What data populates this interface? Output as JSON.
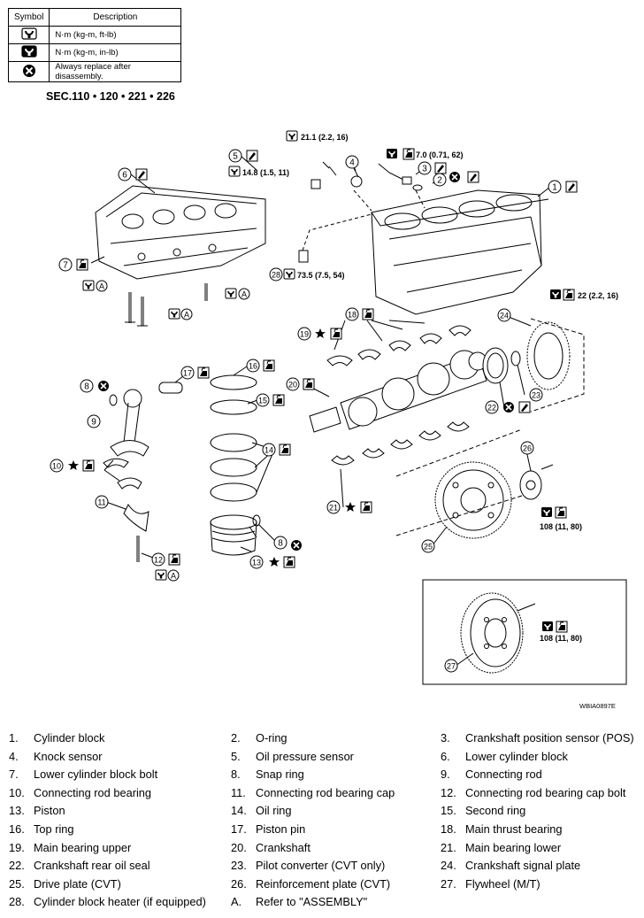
{
  "legend": {
    "header_symbol": "Symbol",
    "header_description": "Description",
    "rows": [
      {
        "icon": "torque-nm-kgm-ftlb-icon",
        "text": "N·m (kg-m, ft-lb)"
      },
      {
        "icon": "torque-nm-kgm-inlb-icon",
        "text": "N·m (kg-m, in-lb)"
      },
      {
        "icon": "replace-x-icon",
        "text": "Always replace after disassembly."
      }
    ]
  },
  "section": "SEC.110 • 120 • 221 • 226",
  "diagram": {
    "code": "WBIA0897E",
    "torques": {
      "t1": "21.1 (2.2, 16)",
      "t2": "7.0 (0.71, 62)",
      "t3": "14.8 (1.5, 11)",
      "t4": "73.5 (7.5, 54)",
      "t5": "22 (2.2, 16)",
      "t6": "108 (11, 80)",
      "t7": "108 (11, 80)"
    },
    "callouts": {
      "c1": "1",
      "c2": "2",
      "c3": "3",
      "c4": "4",
      "c5": "5",
      "c6": "6",
      "c7": "7",
      "c8a": "8",
      "c8b": "8",
      "c9": "9",
      "c10": "10",
      "c11": "11",
      "c12": "12",
      "c13": "13",
      "c14": "14",
      "c15": "15",
      "c16": "16",
      "c17": "17",
      "c18": "18",
      "c19": "19",
      "c20": "20",
      "c21": "21",
      "c22": "22",
      "c23": "23",
      "c24": "24",
      "c25": "25",
      "c26": "26",
      "c27": "27",
      "c28": "28",
      "a1": "A",
      "a2": "A",
      "a3": "A",
      "a4": "A"
    }
  },
  "parts": [
    {
      "num": "1.",
      "name": "Cylinder block"
    },
    {
      "num": "2.",
      "name": "O-ring"
    },
    {
      "num": "3.",
      "name": "Crankshaft position sensor (POS)"
    },
    {
      "num": "4.",
      "name": "Knock sensor"
    },
    {
      "num": "5.",
      "name": "Oil pressure sensor"
    },
    {
      "num": "6.",
      "name": "Lower cylinder block"
    },
    {
      "num": "7.",
      "name": "Lower cylinder block bolt"
    },
    {
      "num": "8.",
      "name": "Snap ring"
    },
    {
      "num": "9.",
      "name": "Connecting rod"
    },
    {
      "num": "10.",
      "name": "Connecting rod bearing"
    },
    {
      "num": "11.",
      "name": "Connecting rod bearing cap"
    },
    {
      "num": "12.",
      "name": "Connecting rod bearing cap bolt"
    },
    {
      "num": "13.",
      "name": "Piston"
    },
    {
      "num": "14.",
      "name": "Oil ring"
    },
    {
      "num": "15.",
      "name": "Second ring"
    },
    {
      "num": "16.",
      "name": "Top ring"
    },
    {
      "num": "17.",
      "name": "Piston pin"
    },
    {
      "num": "18.",
      "name": "Main thrust bearing"
    },
    {
      "num": "19.",
      "name": "Main bearing upper"
    },
    {
      "num": "20.",
      "name": "Crankshaft"
    },
    {
      "num": "21.",
      "name": "Main bearing lower"
    },
    {
      "num": "22.",
      "name": "Crankshaft rear oil seal"
    },
    {
      "num": "23.",
      "name": "Pilot converter (CVT only)"
    },
    {
      "num": "24.",
      "name": "Crankshaft signal plate"
    },
    {
      "num": "25.",
      "name": "Drive plate (CVT)"
    },
    {
      "num": "26.",
      "name": "Reinforcement plate (CVT)"
    },
    {
      "num": "27.",
      "name": "Flywheel (M/T)"
    },
    {
      "num": "28.",
      "name": "Cylinder block heater (if equipped)"
    },
    {
      "num": "A.",
      "name": "Refer to \"ASSEMBLY\""
    }
  ]
}
